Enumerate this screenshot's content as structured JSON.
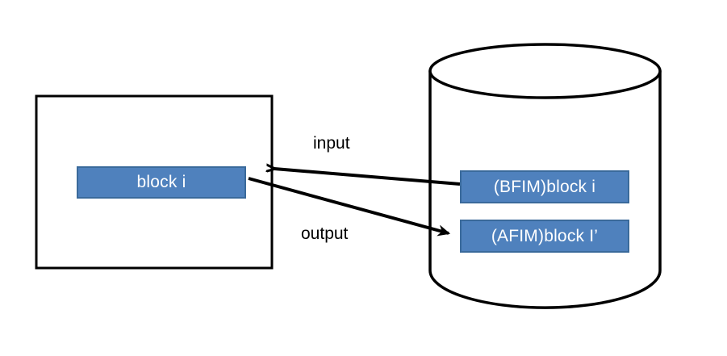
{
  "diagram": {
    "title": "block update flow between process memory and storage",
    "background_color": "#ffffff",
    "stroke_color": "#000000",
    "box_fill_color": "#4f81bd",
    "box_border_color": "#3a6a9b",
    "box_text_color": "#ffffff"
  },
  "process_container": {
    "name": "process-rectangle",
    "shape": "rectangle",
    "block": {
      "label": "block i"
    }
  },
  "storage": {
    "name": "database-cylinder",
    "shape": "cylinder",
    "records": [
      {
        "label": "(BFIM)block i"
      },
      {
        "label": "(AFIM)block I’"
      }
    ]
  },
  "edges": [
    {
      "name": "input-arrow",
      "label": "input",
      "direction": "storage-to-process",
      "from": "(BFIM)block i",
      "to": "block i"
    },
    {
      "name": "output-arrow",
      "label": "output",
      "direction": "process-to-storage",
      "from": "block i",
      "to": "(AFIM)block I’"
    }
  ]
}
